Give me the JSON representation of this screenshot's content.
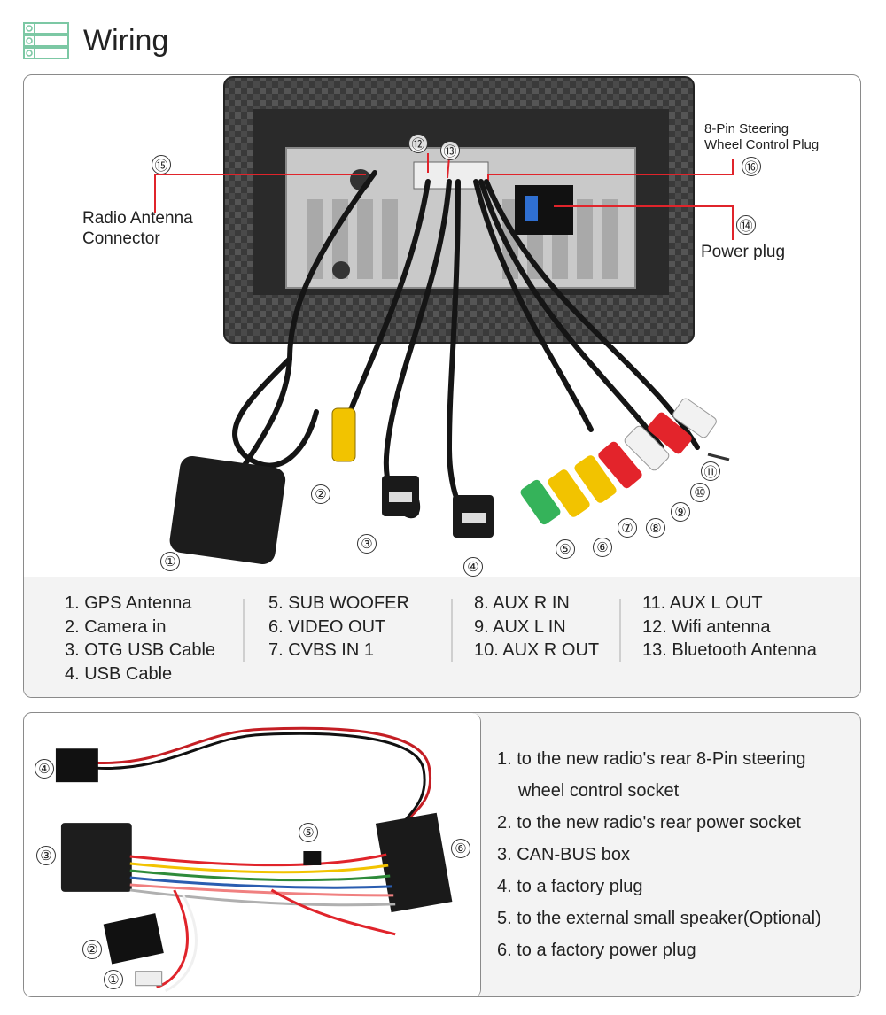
{
  "header": {
    "title": "Wiring",
    "icon": "list-icon",
    "accent_color": "#7cc8a4"
  },
  "panel1": {
    "callouts": {
      "radio_antenna": "Radio Antenna\nConnector",
      "radio_antenna_line1": "Radio Antenna",
      "radio_antenna_line2": "Connector",
      "steering_line1": "8-Pin Steering",
      "steering_line2": "Wheel Control Plug",
      "power_plug": "Power plug"
    },
    "markers": [
      "①",
      "②",
      "③",
      "④",
      "⑤",
      "⑥",
      "⑦",
      "⑧",
      "⑨",
      "⑩",
      "⑪",
      "⑫",
      "⑬",
      "⑭",
      "⑮",
      "⑯"
    ],
    "legend": {
      "col1": [
        "1. GPS Antenna",
        "2. Camera in",
        "3. OTG USB Cable",
        "4. USB Cable"
      ],
      "col2": [
        "5. SUB WOOFER",
        "6. VIDEO OUT",
        "7. CVBS IN 1"
      ],
      "col3": [
        "8. AUX R IN",
        "9. AUX L IN",
        "10. AUX R OUT"
      ],
      "col4": [
        "11. AUX L OUT",
        "12. Wifi antenna",
        "13. Bluetooth Antenna"
      ]
    },
    "callout_color": "#e0242b"
  },
  "panel2": {
    "items": [
      "1. to the new radio's rear 8-Pin steering",
      "wheel control socket",
      "2. to the new radio's rear power socket",
      "3. CAN-BUS box",
      "4. to a factory plug",
      "5. to the external small speaker(Optional)",
      "6. to a factory power plug"
    ],
    "markers": [
      "①",
      "②",
      "③",
      "④",
      "⑤",
      "⑥"
    ]
  }
}
